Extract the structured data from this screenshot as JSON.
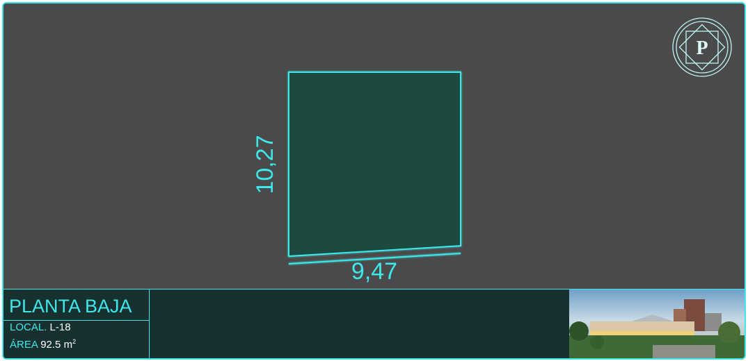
{
  "plan": {
    "dim_height": "10,27",
    "dim_width": "9,47",
    "colors": {
      "accent": "#3ee8ea",
      "room_fill": "#1e4a3f",
      "background": "#4a4a4a",
      "footer": "#163130"
    }
  },
  "logo": {
    "letter": "P"
  },
  "footer": {
    "floor": "PLANTA BAJA",
    "local_label": "LOCAL.",
    "local_value": "L-18",
    "area_label": "ÁREA",
    "area_value": "92.5 m",
    "area_unit_sup": "2"
  },
  "photo": {
    "icon": "mall-rendering-image"
  }
}
